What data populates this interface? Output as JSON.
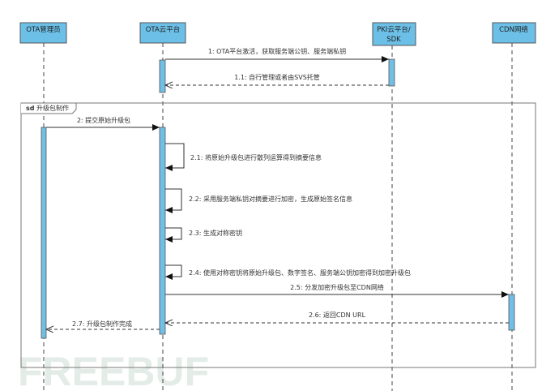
{
  "participants": [
    {
      "name": "OTA管理员"
    },
    {
      "name": "OTA云平台"
    },
    {
      "name_line1": "PKI云平台/",
      "name_line2": "SDK"
    },
    {
      "name": "CDN网络"
    }
  ],
  "frame": {
    "keyword": "sd",
    "title": "升级包制作"
  },
  "messages": {
    "m1": "1: OTA平台激活，获取服务端公钥、服务端私钥",
    "m1_1": "1.1: 自行管理或者由SVS托管",
    "m2": "2: 提交原始升级包",
    "m2_1": "2.1: 将原始升级包进行散列运算得到摘要信息",
    "m2_2": "2.2: 采用服务端私钥对摘要进行加密，生成原始签名信息",
    "m2_3": "2.3: 生成对称密钥",
    "m2_4": "2.4: 使用对称密钥将原始升级包、数字签名、服务端公钥加密得到加密升级包",
    "m2_5": "2.5: 分发加密升级包至CDN网络",
    "m2_6": "2.6: 返回CDN URL",
    "m2_7": "2.7: 升级包制作完成"
  },
  "watermark": "FREEBUF",
  "colors": {
    "box": "#6cc0e8",
    "activation": "#72bfe6",
    "line": "#333333"
  }
}
